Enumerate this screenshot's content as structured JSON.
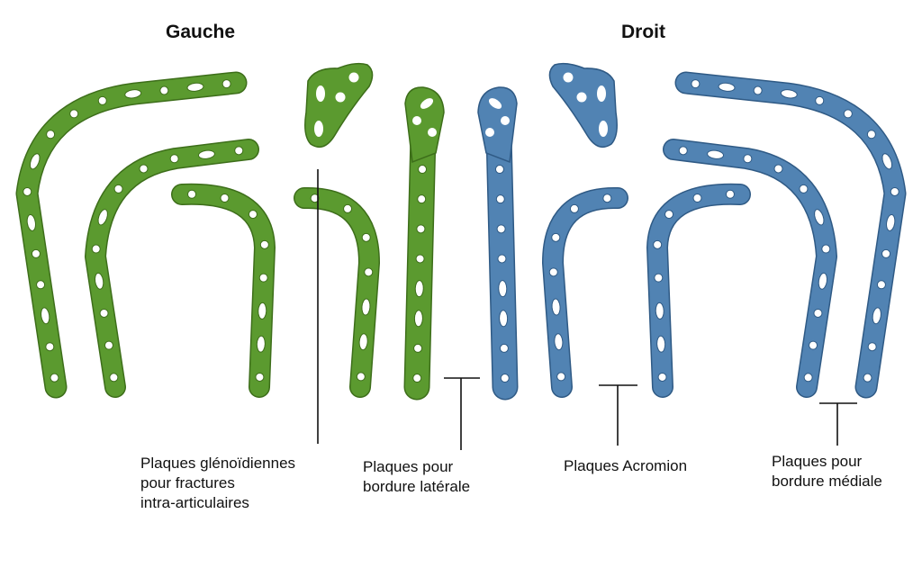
{
  "headings": {
    "left": "Gauche",
    "right": "Droit"
  },
  "labels": {
    "glenoid": [
      "Plaques glénoïdiennes",
      "pour fractures",
      "intra-articulaires"
    ],
    "lateral": [
      "Plaques pour",
      "bordure latérale"
    ],
    "acromion": [
      "Plaques Acromion"
    ],
    "medial": [
      "Plaques pour",
      "bordure médiale"
    ]
  },
  "colors": {
    "left_plates": "#5b9a2f",
    "left_edge": "#3d6e1a",
    "right_plates": "#5183b3",
    "right_edge": "#2f5a85",
    "leader": "#111111"
  }
}
